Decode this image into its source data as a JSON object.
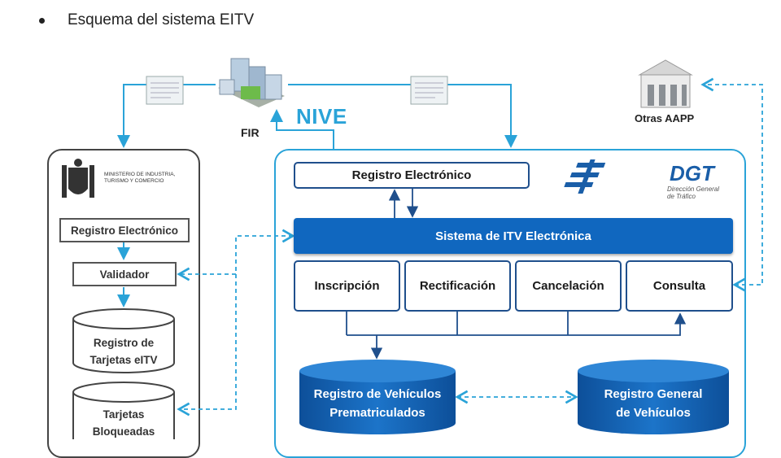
{
  "heading": "Esquema del sistema EITV",
  "top": {
    "fir_label": "FIR",
    "nive_label": "NIVE",
    "otras_label": "Otras AAPP"
  },
  "ministry": {
    "logo_text": "MINISTERIO DE INDUSTRIA, TURISMO Y COMERCIO",
    "registro_label": "Registro Electrónico",
    "validador_label": "Validador",
    "db_tarjetas_line1": "Registro de",
    "db_tarjetas_line2": "Tarjetas eITV",
    "db_bloqueadas_line1": "Tarjetas",
    "db_bloqueadas_line2": "Bloqueadas"
  },
  "dgt": {
    "logo_name": "DGT",
    "logo_sub_line1": "Dirección General",
    "logo_sub_line2": "de Tráfico",
    "registro_label": "Registro Electrónico",
    "sistema_label": "Sistema de ITV Electrónica",
    "modules": [
      "Inscripción",
      "Rectificación",
      "Cancelación",
      "Consulta"
    ],
    "db_prematric_line1": "Registro de Vehículos",
    "db_prematric_line2": "Prematriculados",
    "db_general_line1": "Registro General",
    "db_general_line2": "de Vehículos"
  },
  "colors": {
    "accent_blue": "#2aa3d8",
    "dark_blue": "#1067bf",
    "module_border": "#1f4f8c",
    "gray_border": "#555555"
  }
}
